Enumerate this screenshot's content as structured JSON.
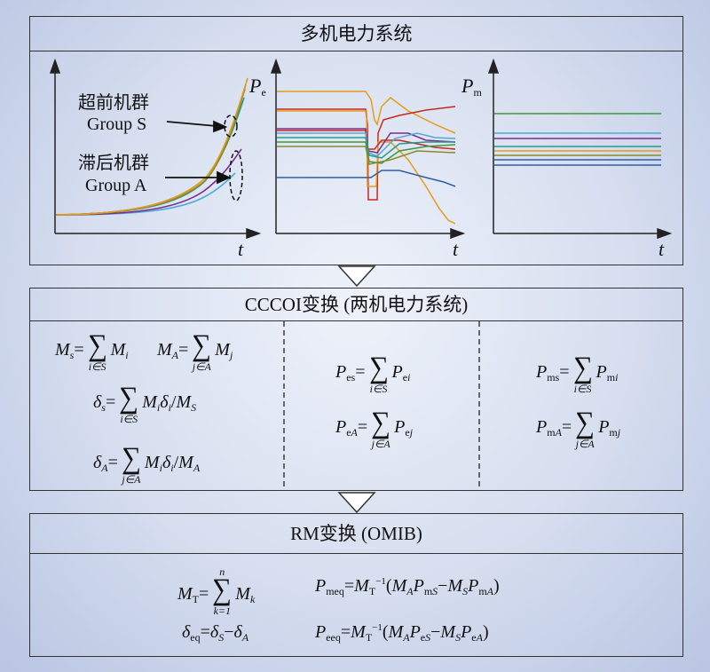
{
  "panel1": {
    "title": "多机电力系统",
    "chart_left": {
      "label_group_s_cn": "超前机群",
      "label_group_s_en": "Group S",
      "label_group_a_cn": "滞后机群",
      "label_group_a_en": "Group A",
      "ylabel": "P",
      "ylabel_sub": "e",
      "xlabel": "t"
    },
    "chart_mid": {
      "xlabel": "t"
    },
    "chart_right": {
      "ylabel": "P",
      "ylabel_sub": "m",
      "xlabel": "t"
    }
  },
  "panel2": {
    "title": "CCCOI变换 (两机电力系统)"
  },
  "panel3": {
    "title": "RM变换 (OMIB)"
  },
  "colors": {
    "green": "#3a9a3a",
    "purple": "#7b2d8e",
    "red": "#c8281e",
    "orange": "#e89a1a",
    "blue": "#2d5fa8",
    "lightblue": "#4fa9d8",
    "teal": "#2a9a8a",
    "olive": "#8a8a2a"
  }
}
